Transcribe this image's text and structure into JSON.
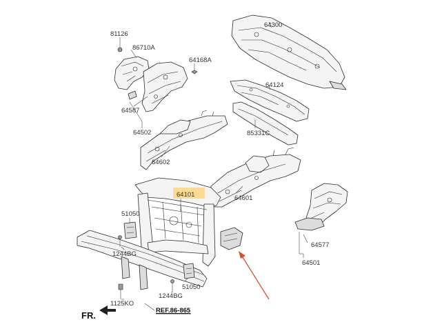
{
  "labels": {
    "p81126": "81126",
    "p86710A": "86710A",
    "p64168A": "64168A",
    "p64587": "64587",
    "p64502": "64502",
    "p64602": "64602",
    "p64300": "64300",
    "p64124": "64124",
    "p85331C": "85331C",
    "p64101": "64101",
    "p64601": "64601",
    "p51050_left": "51050",
    "p1244BG_left": "1244BG",
    "p1244BG_right": "1244BG",
    "p51050_right": "51050",
    "p1125KO": "1125KO",
    "ref": "REF.86-865",
    "fr": "FR.",
    "p64577": "64577",
    "p64501": "64501"
  },
  "colors": {
    "highlight": "#fbd98a",
    "arrow": "#d94b2b",
    "line": "#2a2a2a"
  },
  "icons": {
    "front_arrow": "front-direction-arrow-icon",
    "pointer": "red-pointer-arrow"
  }
}
